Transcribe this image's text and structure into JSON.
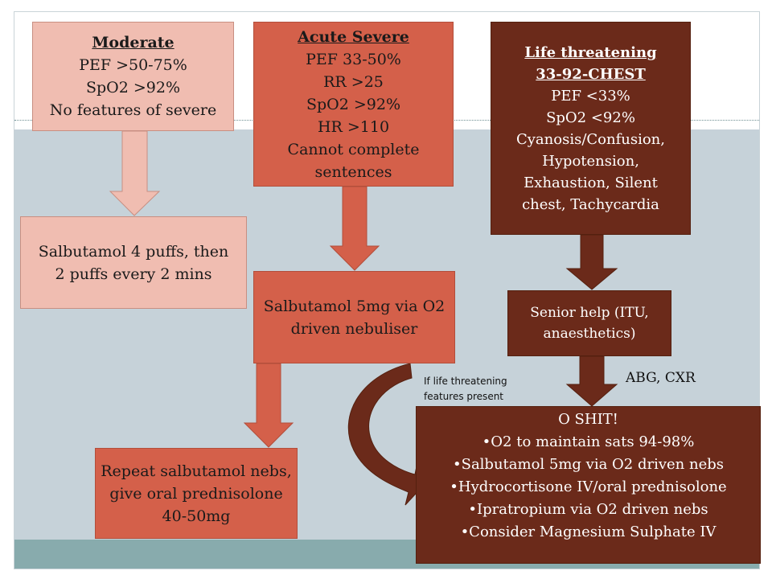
{
  "moderate": {
    "title": "Moderate",
    "lines": [
      "PEF >50-75%",
      "SpO2 >92%",
      "No features of severe"
    ]
  },
  "moderate_treatment": {
    "lines": [
      "Salbutamol 4 puffs, then",
      "2 puffs every 2 mins"
    ]
  },
  "acute_severe": {
    "title": "Acute Severe",
    "lines": [
      "PEF 33-50%",
      "RR >25",
      "SpO2 >92%",
      "HR >110",
      "Cannot complete",
      "sentences"
    ]
  },
  "acute_severe_treatment": {
    "lines": [
      "Salbutamol 5mg via O2",
      "driven nebuliser"
    ]
  },
  "repeat_treatment": {
    "lines": [
      "Repeat salbutamol nebs,",
      "give oral prednisolone",
      "40-50mg"
    ]
  },
  "life_threatening": {
    "title_lines": [
      "Life threatening",
      "33-92-CHEST"
    ],
    "lines": [
      "PEF <33%",
      "SpO2 <92%",
      "Cyanosis/Confusion,",
      "Hypotension,",
      "Exhaustion, Silent",
      "chest, Tachycardia"
    ]
  },
  "senior_help": {
    "lines": [
      "Senior help (ITU,",
      "anaesthetics)"
    ]
  },
  "abg_label": "ABG, CXR",
  "life_threatening_note": {
    "lines": [
      "If life threatening",
      "features present"
    ]
  },
  "management": {
    "title": "O SHIT!",
    "items": [
      "•O2 to maintain sats 94-98%",
      "•Salbutamol 5mg via O2 driven nebs",
      "•Hydrocortisone IV/oral prednisolone",
      "•Ipratropium via O2 driven nebs",
      "•Consider Magnesium Sulphate IV"
    ]
  },
  "colors": {
    "moderate_fill": "#f0bdb1",
    "severe_fill": "#d4604a",
    "life_threatening_fill": "#6b2a1a",
    "slide_band": "#c6d2d9",
    "slide_footer": "#88abad"
  }
}
